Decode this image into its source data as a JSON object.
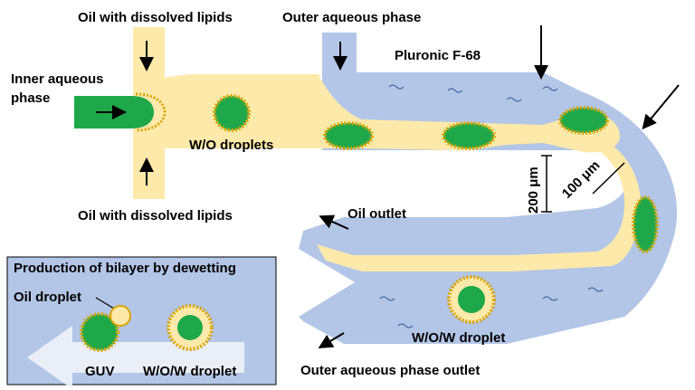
{
  "labels": {
    "oil_top": "Oil with dissolved lipids",
    "outer_aqueous": "Outer aqueous phase",
    "pluronic": "Pluronic F-68",
    "inner_aqueous_1": "Inner aqueous",
    "inner_aqueous_2": "phase",
    "wo_droplets": "W/O droplets",
    "dim_200": "200 μm",
    "dim_100": "100 μm",
    "oil_bottom": "Oil with dissolved lipids",
    "oil_outlet": "Oil outlet",
    "wow_droplet": "W/O/W droplet",
    "outer_outlet": "Outer aqueous phase outlet"
  },
  "inset": {
    "title": "Production of bilayer by dewetting",
    "oil_droplet": "Oil droplet",
    "guv": "GUV",
    "wow": "W/O/W droplet"
  },
  "colors": {
    "oil": "#fde9a9",
    "aqueous": "#b3c6e7",
    "inner": "#1ea84a",
    "lipid": "#d8a400",
    "arrow": "#000000"
  }
}
